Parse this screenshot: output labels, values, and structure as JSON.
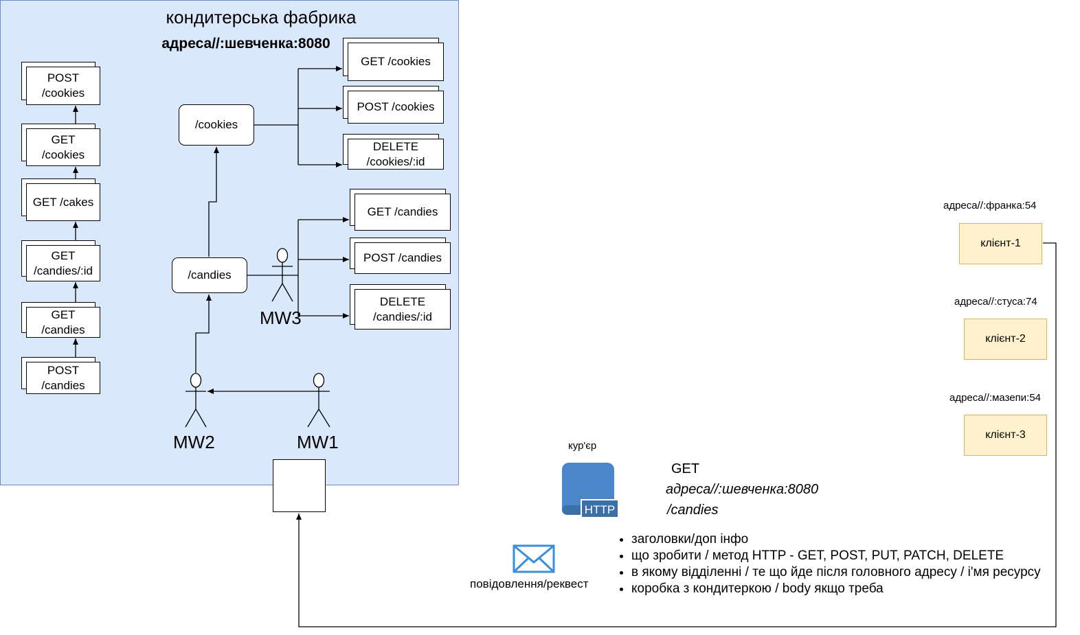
{
  "factory": {
    "title": "кондитерська фабрика",
    "address": "адреса//:шевченка:8080"
  },
  "left_stack": [
    "POST\n/cookies",
    "GET\n/cookies",
    "GET /cakes",
    "GET\n/candies/:id",
    "GET\n/candies",
    "POST\n/candies"
  ],
  "routers": {
    "cookies": "/cookies",
    "candies": "/candies"
  },
  "cookie_routes": [
    "GET /cookies",
    "POST /cookies",
    "DELETE\n/cookies/:id"
  ],
  "candy_routes": [
    "GET /candies",
    "POST /candies",
    "DELETE\n/candies/:id"
  ],
  "actors": {
    "mw1": "MW1",
    "mw2": "MW2",
    "mw3": "MW3"
  },
  "clients": [
    {
      "address": "адреса//:франка:54",
      "name": "клієнт-1"
    },
    {
      "address": "адреса//:стуса:74",
      "name": "клієнт-2"
    },
    {
      "address": "адреса//:мазепи:54",
      "name": "клієнт-3"
    }
  ],
  "courier": {
    "label": "кур'єр",
    "icon": "http-icon",
    "badge": "HTTP"
  },
  "request": {
    "method": "GET",
    "address": "адреса//:шевченка:8080",
    "path": "/candies"
  },
  "message": {
    "label": "повідовлення/реквест",
    "icon": "envelope-icon"
  },
  "notes": [
    "заголовки/доп інфо",
    "що зробити / метод HTTP - GET, POST, PUT, PATCH, DELETE",
    "в якому відділенні / те що йде після головного адресу / і'мя ресурсу",
    "коробка з кондитеркою / body якщо треба"
  ],
  "colors": {
    "factory_fill": "#dae8fc",
    "factory_border": "#6c8ebf",
    "client_fill": "#fff2cc",
    "client_border": "#d6b656",
    "http_blue": "#4a86c8"
  }
}
